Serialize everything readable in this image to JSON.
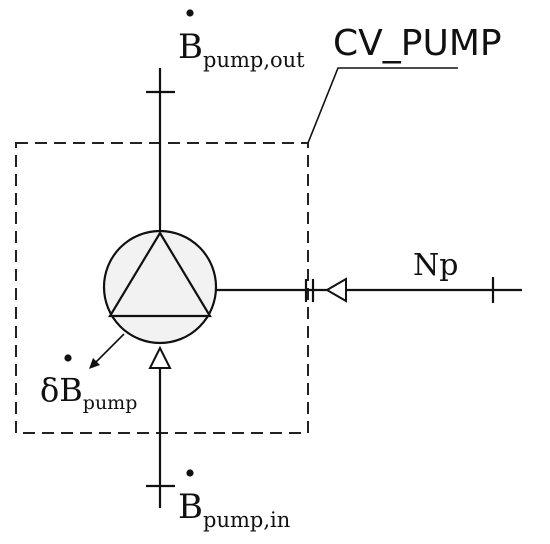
{
  "control_volume": {
    "label": "CV_PUMP"
  },
  "outlet": {
    "symbol": "B",
    "subscript": "pump,out"
  },
  "inlet": {
    "symbol": "B",
    "subscript": "pump,in"
  },
  "destruction": {
    "prefix": "δ",
    "symbol": "B",
    "subscript": "pump"
  },
  "power": {
    "label": "Np"
  }
}
